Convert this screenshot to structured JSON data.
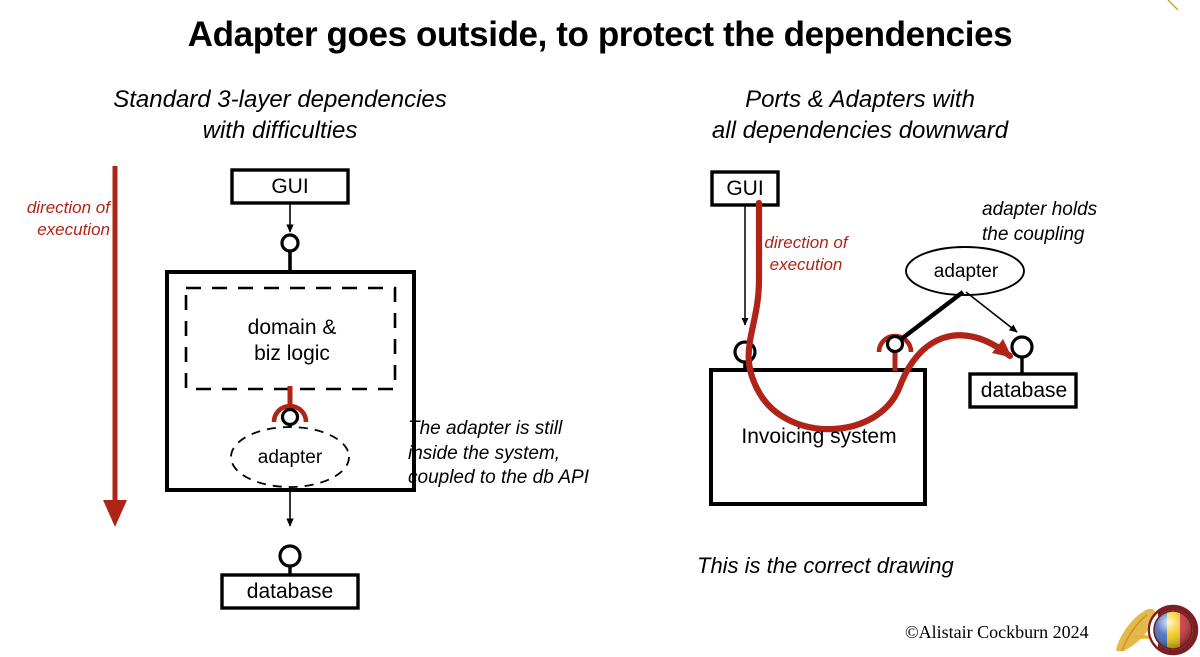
{
  "slide": {
    "title": "Adapter goes outside, to protect the dependencies",
    "copyright": "©Alistair Cockburn 2024",
    "logo_icon": "alistair-cockburn-logo-icon",
    "colors": {
      "ink": "#000000",
      "accent_red": "#b02418",
      "background": "#ffffff"
    }
  },
  "left_panel": {
    "subhead": "Standard 3-layer dependencies\nwith difficulties",
    "direction_label": "direction of\nexecution",
    "nodes": {
      "gui": "GUI",
      "domain": "domain &\nbiz logic",
      "adapter": "adapter",
      "database": "database"
    },
    "note": "The adapter is still\ninside the system,\ncoupled to the db API"
  },
  "right_panel": {
    "subhead": "Ports & Adapters with\nall dependencies downward",
    "direction_label": "direction of\nexecution",
    "nodes": {
      "gui": "GUI",
      "system": "Invoicing system",
      "adapter": "adapter",
      "database": "database"
    },
    "note_adapter": "adapter holds\nthe coupling",
    "note_conclusion": "This is the correct drawing"
  }
}
